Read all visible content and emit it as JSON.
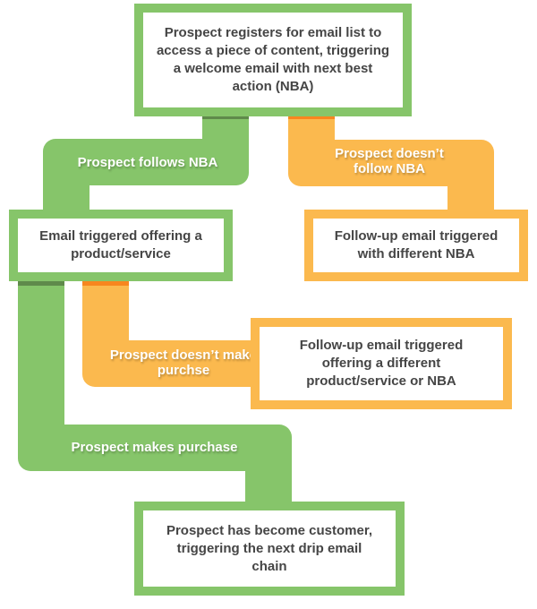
{
  "colors": {
    "yes_path": "#86c56a",
    "no_path": "#fbb94e",
    "yes_path_dark": "#5f8a4b",
    "no_path_dark": "#f7861f",
    "box_text": "#454545",
    "label_text": "#ffffff"
  },
  "nodes": {
    "start": "Prospect registers for email list to access a piece of content, triggering a welcome email with next best action (NBA)",
    "offer": "Email triggered offering a product/service",
    "followup_nba": "Follow-up email triggered with different NBA",
    "followup_offer": "Follow-up email triggered offering a different product/service or NBA",
    "customer": "Prospect has become customer, triggering the next drip email chain"
  },
  "edges": {
    "follows_nba": "Prospect follows NBA",
    "doesnt_follow_nba": "Prospect doesn’t follow NBA",
    "doesnt_purchase": "Prospect doesn’t make purchse",
    "makes_purchase": "Prospect makes purchase"
  }
}
